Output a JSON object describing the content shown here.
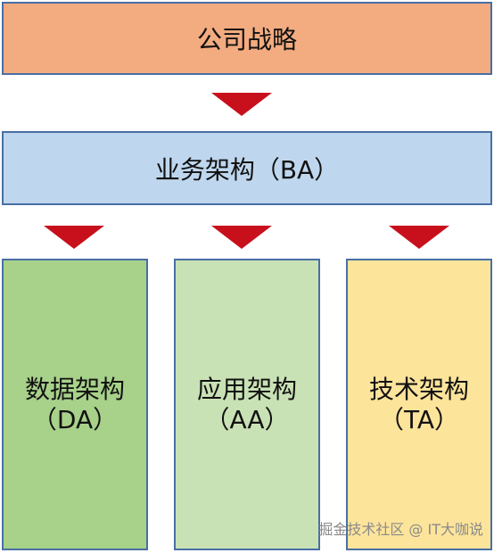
{
  "diagram": {
    "strategy": {
      "label": "公司战略"
    },
    "business": {
      "label": "业务架构（BA）"
    },
    "columns": [
      {
        "name": "数据架构",
        "abbr": "（DA）"
      },
      {
        "name": "应用架构",
        "abbr": "（AA）"
      },
      {
        "name": "技术架构",
        "abbr": "（TA）"
      }
    ]
  },
  "watermark": {
    "text": "掘金技术社区 @ IT大咖说"
  },
  "colors": {
    "strategy_fill": "#f3ab80",
    "business_fill": "#bfd7ee",
    "data_fill": "#a8d18a",
    "app_fill": "#c9e2b5",
    "tech_fill": "#fde49b",
    "border": "#4a6fa5",
    "arrow": "#c8101c"
  }
}
